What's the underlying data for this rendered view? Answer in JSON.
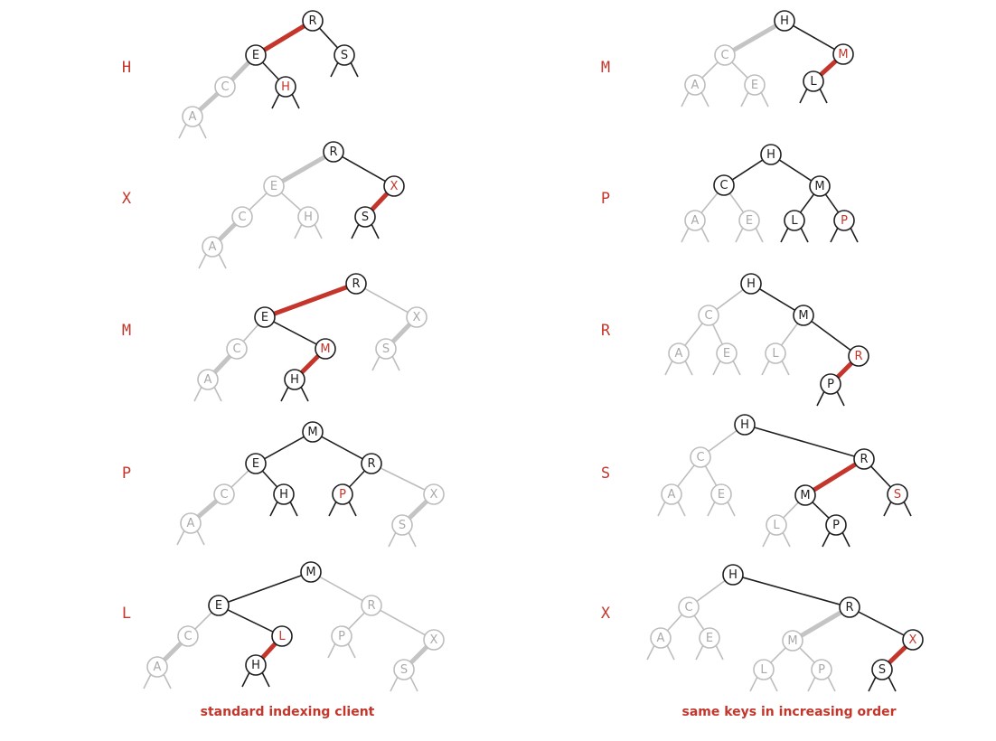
{
  "colors": {
    "red": "#c4362b",
    "black": "#1f1f1f",
    "gray": "#bdbdbd",
    "gray_text": "#a9a9a9",
    "red_link": "#c4362b",
    "gray_link": "#c4c4c4"
  },
  "left_caption": "standard indexing client",
  "right_caption": "same keys in increasing order",
  "left_steps": [
    {
      "key": "H",
      "nodes": [
        {
          "id": "R",
          "label": "R",
          "style": "black"
        },
        {
          "id": "E",
          "label": "E",
          "style": "black"
        },
        {
          "id": "S",
          "label": "S",
          "style": "black"
        },
        {
          "id": "C",
          "label": "C",
          "style": "gray"
        },
        {
          "id": "H",
          "label": "H",
          "style": "red"
        },
        {
          "id": "A",
          "label": "A",
          "style": "gray"
        }
      ],
      "edges": [
        {
          "from": "R",
          "to": "E",
          "kind": "red"
        },
        {
          "from": "R",
          "to": "S",
          "kind": "black"
        },
        {
          "from": "E",
          "to": "C",
          "kind": "gray-red"
        },
        {
          "from": "E",
          "to": "H",
          "kind": "black"
        },
        {
          "from": "C",
          "to": "A",
          "kind": "gray-red"
        }
      ]
    },
    {
      "key": "X",
      "nodes": [
        {
          "id": "R",
          "label": "R",
          "style": "black"
        },
        {
          "id": "E",
          "label": "E",
          "style": "gray"
        },
        {
          "id": "X",
          "label": "X",
          "style": "red"
        },
        {
          "id": "C",
          "label": "C",
          "style": "gray"
        },
        {
          "id": "H",
          "label": "H",
          "style": "gray"
        },
        {
          "id": "S",
          "label": "S",
          "style": "black"
        },
        {
          "id": "A",
          "label": "A",
          "style": "gray"
        }
      ],
      "edges": [
        {
          "from": "R",
          "to": "E",
          "kind": "gray-red"
        },
        {
          "from": "R",
          "to": "X",
          "kind": "black"
        },
        {
          "from": "E",
          "to": "C",
          "kind": "gray"
        },
        {
          "from": "E",
          "to": "H",
          "kind": "gray"
        },
        {
          "from": "X",
          "to": "S",
          "kind": "red"
        },
        {
          "from": "C",
          "to": "A",
          "kind": "gray-red"
        }
      ]
    },
    {
      "key": "M",
      "nodes": [
        {
          "id": "R",
          "label": "R",
          "style": "black"
        },
        {
          "id": "E",
          "label": "E",
          "style": "black"
        },
        {
          "id": "X",
          "label": "X",
          "style": "gray"
        },
        {
          "id": "C",
          "label": "C",
          "style": "gray"
        },
        {
          "id": "M",
          "label": "M",
          "style": "red"
        },
        {
          "id": "S",
          "label": "S",
          "style": "gray"
        },
        {
          "id": "A",
          "label": "A",
          "style": "gray"
        },
        {
          "id": "H",
          "label": "H",
          "style": "black"
        }
      ],
      "edges": [
        {
          "from": "R",
          "to": "E",
          "kind": "red"
        },
        {
          "from": "R",
          "to": "X",
          "kind": "gray"
        },
        {
          "from": "E",
          "to": "C",
          "kind": "gray"
        },
        {
          "from": "E",
          "to": "M",
          "kind": "black"
        },
        {
          "from": "X",
          "to": "S",
          "kind": "gray-red"
        },
        {
          "from": "C",
          "to": "A",
          "kind": "gray-red"
        },
        {
          "from": "M",
          "to": "H",
          "kind": "red"
        }
      ]
    },
    {
      "key": "P",
      "nodes": [
        {
          "id": "M",
          "label": "M",
          "style": "black"
        },
        {
          "id": "E",
          "label": "E",
          "style": "black"
        },
        {
          "id": "R",
          "label": "R",
          "style": "black"
        },
        {
          "id": "C",
          "label": "C",
          "style": "gray"
        },
        {
          "id": "H",
          "label": "H",
          "style": "black"
        },
        {
          "id": "P",
          "label": "P",
          "style": "red"
        },
        {
          "id": "X",
          "label": "X",
          "style": "gray"
        },
        {
          "id": "A",
          "label": "A",
          "style": "gray"
        },
        {
          "id": "S",
          "label": "S",
          "style": "gray"
        }
      ],
      "edges": [
        {
          "from": "M",
          "to": "E",
          "kind": "black"
        },
        {
          "from": "M",
          "to": "R",
          "kind": "black"
        },
        {
          "from": "E",
          "to": "C",
          "kind": "gray"
        },
        {
          "from": "E",
          "to": "H",
          "kind": "black"
        },
        {
          "from": "R",
          "to": "P",
          "kind": "black"
        },
        {
          "from": "R",
          "to": "X",
          "kind": "gray"
        },
        {
          "from": "C",
          "to": "A",
          "kind": "gray-red"
        },
        {
          "from": "X",
          "to": "S",
          "kind": "gray-red"
        }
      ]
    },
    {
      "key": "L",
      "nodes": [
        {
          "id": "M",
          "label": "M",
          "style": "black"
        },
        {
          "id": "E",
          "label": "E",
          "style": "black"
        },
        {
          "id": "R",
          "label": "R",
          "style": "gray"
        },
        {
          "id": "C",
          "label": "C",
          "style": "gray"
        },
        {
          "id": "L",
          "label": "L",
          "style": "red"
        },
        {
          "id": "P",
          "label": "P",
          "style": "gray"
        },
        {
          "id": "X",
          "label": "X",
          "style": "gray"
        },
        {
          "id": "A",
          "label": "A",
          "style": "gray"
        },
        {
          "id": "H",
          "label": "H",
          "style": "black"
        },
        {
          "id": "S",
          "label": "S",
          "style": "gray"
        }
      ],
      "edges": [
        {
          "from": "M",
          "to": "E",
          "kind": "black"
        },
        {
          "from": "M",
          "to": "R",
          "kind": "gray"
        },
        {
          "from": "E",
          "to": "C",
          "kind": "gray"
        },
        {
          "from": "E",
          "to": "L",
          "kind": "black"
        },
        {
          "from": "R",
          "to": "P",
          "kind": "gray"
        },
        {
          "from": "R",
          "to": "X",
          "kind": "gray"
        },
        {
          "from": "C",
          "to": "A",
          "kind": "gray-red"
        },
        {
          "from": "L",
          "to": "H",
          "kind": "red"
        },
        {
          "from": "X",
          "to": "S",
          "kind": "gray-red"
        }
      ]
    }
  ],
  "right_steps": [
    {
      "key": "M",
      "nodes": [
        {
          "id": "H",
          "label": "H",
          "style": "black"
        },
        {
          "id": "C",
          "label": "C",
          "style": "gray"
        },
        {
          "id": "M",
          "label": "M",
          "style": "red"
        },
        {
          "id": "A",
          "label": "A",
          "style": "gray"
        },
        {
          "id": "E",
          "label": "E",
          "style": "gray"
        },
        {
          "id": "L",
          "label": "L",
          "style": "black"
        }
      ],
      "edges": [
        {
          "from": "H",
          "to": "C",
          "kind": "gray-red"
        },
        {
          "from": "H",
          "to": "M",
          "kind": "black"
        },
        {
          "from": "C",
          "to": "A",
          "kind": "gray"
        },
        {
          "from": "C",
          "to": "E",
          "kind": "gray"
        },
        {
          "from": "M",
          "to": "L",
          "kind": "red"
        }
      ]
    },
    {
      "key": "P",
      "nodes": [
        {
          "id": "H",
          "label": "H",
          "style": "black"
        },
        {
          "id": "C",
          "label": "C",
          "style": "black"
        },
        {
          "id": "M",
          "label": "M",
          "style": "black"
        },
        {
          "id": "A",
          "label": "A",
          "style": "gray"
        },
        {
          "id": "E",
          "label": "E",
          "style": "gray"
        },
        {
          "id": "L",
          "label": "L",
          "style": "black"
        },
        {
          "id": "P",
          "label": "P",
          "style": "red"
        }
      ],
      "edges": [
        {
          "from": "H",
          "to": "C",
          "kind": "black"
        },
        {
          "from": "H",
          "to": "M",
          "kind": "black"
        },
        {
          "from": "C",
          "to": "A",
          "kind": "gray"
        },
        {
          "from": "C",
          "to": "E",
          "kind": "gray"
        },
        {
          "from": "M",
          "to": "L",
          "kind": "black"
        },
        {
          "from": "M",
          "to": "P",
          "kind": "black"
        }
      ]
    },
    {
      "key": "R",
      "nodes": [
        {
          "id": "H",
          "label": "H",
          "style": "black"
        },
        {
          "id": "C",
          "label": "C",
          "style": "gray"
        },
        {
          "id": "M",
          "label": "M",
          "style": "black"
        },
        {
          "id": "A",
          "label": "A",
          "style": "gray"
        },
        {
          "id": "E",
          "label": "E",
          "style": "gray"
        },
        {
          "id": "L",
          "label": "L",
          "style": "gray"
        },
        {
          "id": "R",
          "label": "R",
          "style": "red"
        },
        {
          "id": "P",
          "label": "P",
          "style": "black"
        }
      ],
      "edges": [
        {
          "from": "H",
          "to": "C",
          "kind": "gray"
        },
        {
          "from": "H",
          "to": "M",
          "kind": "black"
        },
        {
          "from": "C",
          "to": "A",
          "kind": "gray"
        },
        {
          "from": "C",
          "to": "E",
          "kind": "gray"
        },
        {
          "from": "M",
          "to": "L",
          "kind": "gray"
        },
        {
          "from": "M",
          "to": "R",
          "kind": "black"
        },
        {
          "from": "R",
          "to": "P",
          "kind": "red"
        }
      ]
    },
    {
      "key": "S",
      "nodes": [
        {
          "id": "H",
          "label": "H",
          "style": "black"
        },
        {
          "id": "C",
          "label": "C",
          "style": "gray"
        },
        {
          "id": "R",
          "label": "R",
          "style": "black"
        },
        {
          "id": "A",
          "label": "A",
          "style": "gray"
        },
        {
          "id": "E",
          "label": "E",
          "style": "gray"
        },
        {
          "id": "M",
          "label": "M",
          "style": "black"
        },
        {
          "id": "S",
          "label": "S",
          "style": "red"
        },
        {
          "id": "L",
          "label": "L",
          "style": "gray"
        },
        {
          "id": "P",
          "label": "P",
          "style": "black"
        }
      ],
      "edges": [
        {
          "from": "H",
          "to": "C",
          "kind": "gray"
        },
        {
          "from": "H",
          "to": "R",
          "kind": "black"
        },
        {
          "from": "C",
          "to": "A",
          "kind": "gray"
        },
        {
          "from": "C",
          "to": "E",
          "kind": "gray"
        },
        {
          "from": "R",
          "to": "M",
          "kind": "red"
        },
        {
          "from": "R",
          "to": "S",
          "kind": "black"
        },
        {
          "from": "M",
          "to": "L",
          "kind": "gray"
        },
        {
          "from": "M",
          "to": "P",
          "kind": "black"
        }
      ]
    },
    {
      "key": "X",
      "nodes": [
        {
          "id": "H",
          "label": "H",
          "style": "black"
        },
        {
          "id": "C",
          "label": "C",
          "style": "gray"
        },
        {
          "id": "R",
          "label": "R",
          "style": "black"
        },
        {
          "id": "A",
          "label": "A",
          "style": "gray"
        },
        {
          "id": "E",
          "label": "E",
          "style": "gray"
        },
        {
          "id": "M",
          "label": "M",
          "style": "gray"
        },
        {
          "id": "X",
          "label": "X",
          "style": "red"
        },
        {
          "id": "L",
          "label": "L",
          "style": "gray"
        },
        {
          "id": "P",
          "label": "P",
          "style": "gray"
        },
        {
          "id": "S",
          "label": "S",
          "style": "black"
        }
      ],
      "edges": [
        {
          "from": "H",
          "to": "C",
          "kind": "gray"
        },
        {
          "from": "H",
          "to": "R",
          "kind": "black"
        },
        {
          "from": "C",
          "to": "A",
          "kind": "gray"
        },
        {
          "from": "C",
          "to": "E",
          "kind": "gray"
        },
        {
          "from": "R",
          "to": "M",
          "kind": "gray-red"
        },
        {
          "from": "R",
          "to": "X",
          "kind": "black"
        },
        {
          "from": "M",
          "to": "L",
          "kind": "gray"
        },
        {
          "from": "M",
          "to": "P",
          "kind": "gray"
        },
        {
          "from": "X",
          "to": "S",
          "kind": "red"
        }
      ]
    }
  ]
}
